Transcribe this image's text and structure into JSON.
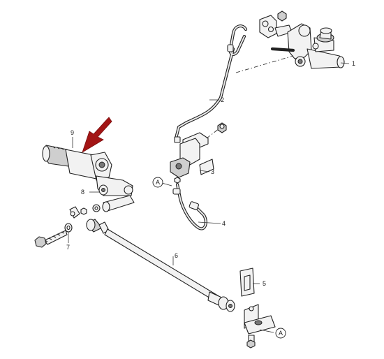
{
  "callouts": [
    {
      "id": "1",
      "text": "1"
    },
    {
      "id": "2",
      "text": "2"
    },
    {
      "id": "3",
      "text": "3"
    },
    {
      "id": "4",
      "text": "4"
    },
    {
      "id": "5",
      "text": "5"
    },
    {
      "id": "6",
      "text": "6"
    },
    {
      "id": "7",
      "text": "7"
    },
    {
      "id": "8",
      "text": "8"
    },
    {
      "id": "9",
      "text": "9"
    }
  ],
  "refs": {
    "a_left": "A",
    "a_right": "A"
  },
  "colors": {
    "highlight_arrow": "#a31515",
    "line": "#222222",
    "part_fill": "#f2f2f2",
    "shade_fill": "#cfcfcf"
  },
  "icons": {
    "highlight": "red-pointer-arrow-icon"
  }
}
